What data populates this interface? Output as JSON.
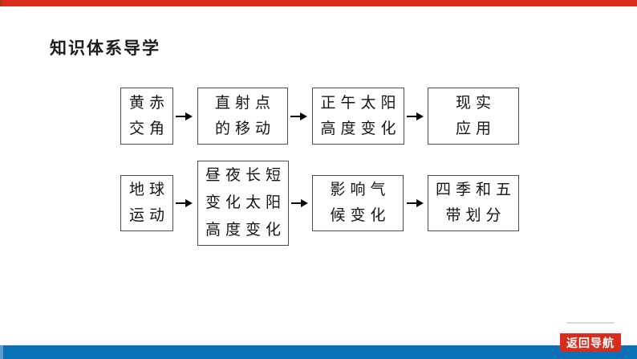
{
  "slide": {
    "title": "知识体系导学"
  },
  "flowchart": {
    "boxes": [
      {
        "name": "yellow-red-angle",
        "lines": [
          "黄赤",
          "交角"
        ]
      },
      {
        "name": "subsolar-point-movement",
        "lines": [
          "直射点",
          "的移动"
        ]
      },
      {
        "name": "noon-sun-altitude-change",
        "lines": [
          "正午太阳",
          "高度变化"
        ]
      },
      {
        "name": "real-world-application",
        "lines": [
          "现实",
          "应用"
        ]
      },
      {
        "name": "earth-motion",
        "lines": [
          "地球",
          "运动"
        ]
      },
      {
        "name": "day-night-length-sun-altitude",
        "lines": [
          "昼夜长短",
          "变化太阳",
          "高度变化"
        ]
      },
      {
        "name": "climate-change-influence",
        "lines": [
          "影响气",
          "候变化"
        ]
      },
      {
        "name": "four-seasons-five-zones",
        "lines": [
          "四季和五",
          "带划分"
        ]
      }
    ]
  },
  "footer": {
    "return_button_label": "返回导航"
  },
  "colors": {
    "accent_red": "#d92c1c",
    "accent_blue": "#0a72b8"
  }
}
